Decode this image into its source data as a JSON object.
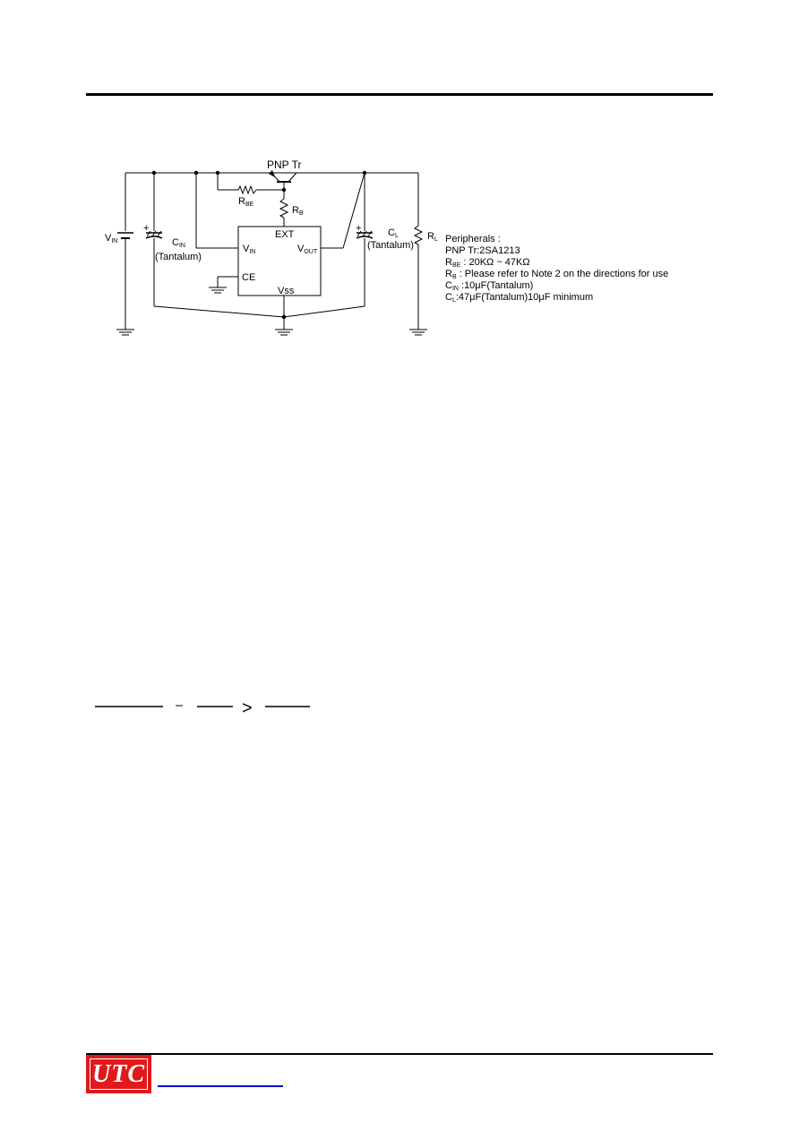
{
  "logo": {
    "text": "UTC",
    "color": "#e01a1a"
  },
  "circuit": {
    "labels": {
      "pnp": "PNP Tr",
      "rb_main": "R",
      "rb_sub": "B",
      "rbe_main": "R",
      "rbe_sub": "BE",
      "ext": "EXT",
      "vin_pin_main": "V",
      "vin_pin_sub": "IN",
      "vout_pin_main": "V",
      "vout_pin_sub": "OUT",
      "ce": "CE",
      "vss": "Vss",
      "vin_main": "V",
      "vin_sub": "IN",
      "cin_main": "C",
      "cin_sub": "IN",
      "cin_type": "(Tantalum)",
      "cl_main": "C",
      "cl_sub": "L",
      "cl_type": "(Tantalum)",
      "rl_main": "R",
      "rl_sub": "L",
      "plus": "+"
    },
    "peripherals": {
      "heading": "Peripherals :",
      "line1": "PNP Tr:2SA1213",
      "line2_main": "R",
      "line2_sub": "BE",
      "line2_rest": " : 20KΩ ~ 47KΩ",
      "line3_main": "R",
      "line3_sub": "B",
      "line3_rest": " : Please refer to Note 2 on the directions for use",
      "line4_main": "C",
      "line4_sub": "IN",
      "line4_rest": " :10μF(Tantalum)",
      "line5_main": "C",
      "line5_sub": "L",
      "line5_rest": ":47μF(Tantalum)10μF minimum"
    }
  },
  "formula": {
    "gt": ">"
  },
  "colors": {
    "link": "#0000cc"
  }
}
